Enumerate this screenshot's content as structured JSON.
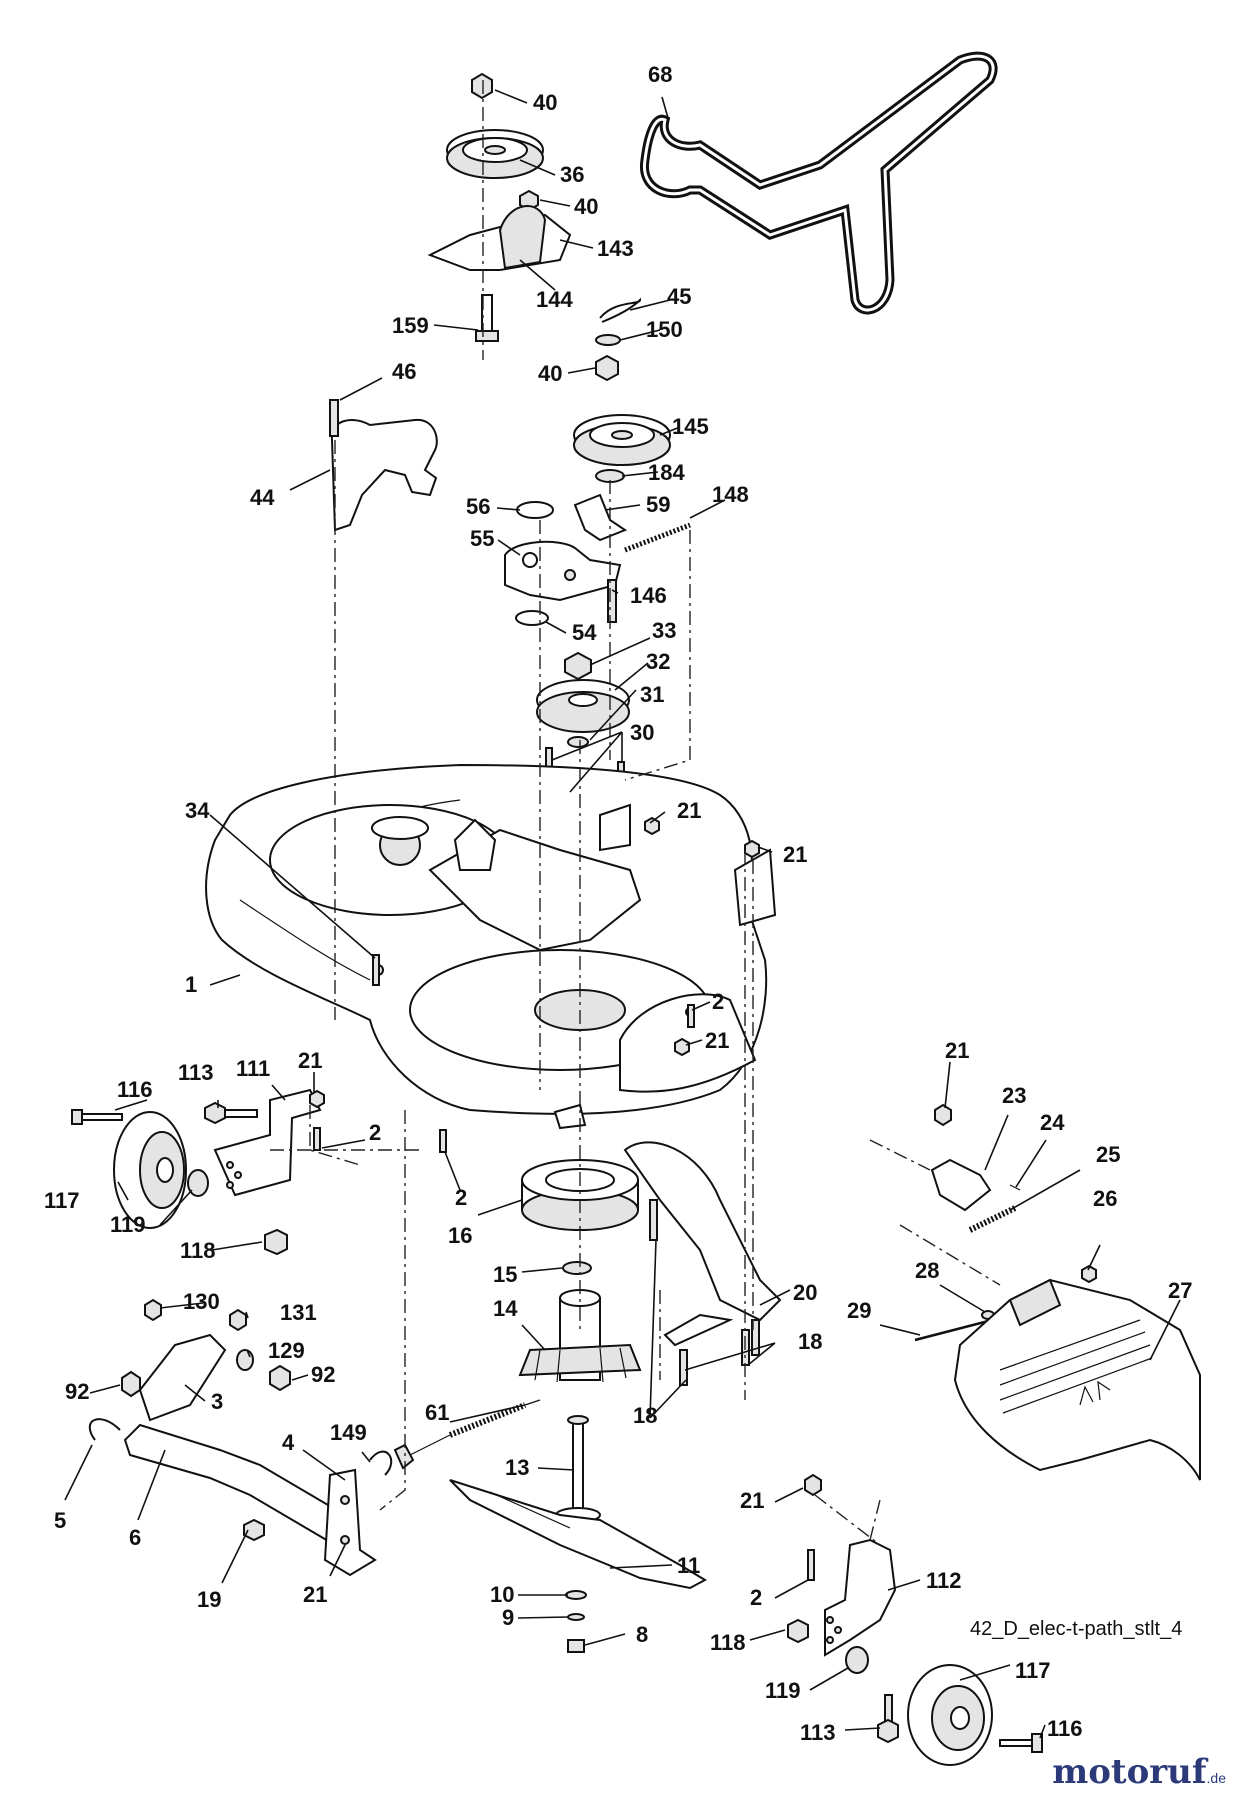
{
  "caption": "42_D_elec-t-path_stlt_4",
  "watermark": {
    "text": "motoruf",
    "suffix": ".de"
  },
  "callouts": {
    "c68": "68",
    "c40a": "40",
    "c36": "36",
    "c40b": "40",
    "c143": "143",
    "c144": "144",
    "c159": "159",
    "c45": "45",
    "c150": "150",
    "c40c": "40",
    "c46": "46",
    "c145": "145",
    "c44": "44",
    "c184": "184",
    "c56": "56",
    "c59": "59",
    "c148": "148",
    "c55": "55",
    "c146": "146",
    "c54": "54",
    "c33": "33",
    "c32": "32",
    "c31": "31",
    "c30": "30",
    "c34": "34",
    "c21a": "21",
    "c21b": "21",
    "c1": "1",
    "c2a": "2",
    "c21c": "21",
    "c21d": "21",
    "c116a": "116",
    "c113a": "113",
    "c111": "111",
    "c21e": "21",
    "c2b": "2",
    "c23": "23",
    "c24": "24",
    "c25": "25",
    "c117a": "117",
    "c119a": "119",
    "c2c": "2",
    "c16": "16",
    "c26": "26",
    "c118a": "118",
    "c15": "15",
    "c28": "28",
    "c27": "27",
    "c20": "20",
    "c130": "130",
    "c131": "131",
    "c14": "14",
    "c29": "29",
    "c129": "129",
    "c92a": "92",
    "c92b": "92",
    "c18a": "18",
    "c3": "3",
    "c18b": "18",
    "c61": "61",
    "c4": "4",
    "c149": "149",
    "c13": "13",
    "c5": "5",
    "c6": "6",
    "c21f": "21",
    "c11": "11",
    "c2d": "2",
    "c112": "112",
    "c19": "19",
    "c21g": "21",
    "c10": "10",
    "c9": "9",
    "c8": "8",
    "c118b": "118",
    "c119b": "119",
    "c117b": "117",
    "c113b": "113",
    "c116b": "116"
  }
}
